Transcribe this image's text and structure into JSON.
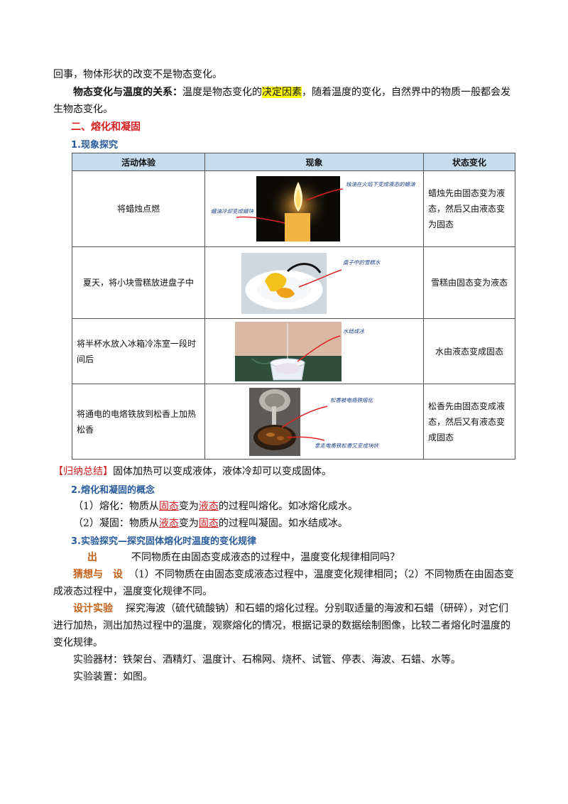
{
  "intro_tail": "回事，物体形状的改变不是物态变化。",
  "relation": {
    "label": "物态变化与温度的关系：",
    "pre": "温度是物态变化的",
    "highlight": "决定因素",
    "post": "，随着温度的变化，自然界中的物质一般都会发生物态变化。"
  },
  "section2_title": "二、熔化和凝固",
  "sub1_title": "1.现象探究",
  "table": {
    "headers": [
      "活动体验",
      "现象",
      "状态变化"
    ],
    "rows": [
      {
        "activity": "将蜡烛点燃",
        "change": "蜡烛先由固态变为液态，然后又由液态变为固态",
        "notes": [
          "烛油在火焰下变成液态的蜡油",
          "蜡油冷却变成蜡块"
        ]
      },
      {
        "activity": "夏天，将小块雪糕放进盘子中",
        "change": "雪糕由固态变为液态",
        "notes": [
          "盘子中的雪糕水"
        ]
      },
      {
        "activity": "将半杯水放入冰箱冷冻室一段时间后",
        "change": "水由液态变成固态",
        "notes": [
          "水结成冰"
        ]
      },
      {
        "activity": "将通电的电烙铁放到松香上加热松香",
        "change": "松香先由固态变成液态，然后又有液态变成固态",
        "notes": [
          "松香被电烙铁熔化",
          "拿走电烙铁松香又变成块状"
        ]
      }
    ]
  },
  "summary": {
    "tag": "【归纳总结】",
    "text": "固体加热可以变成液体，液体冷却可以变成固体。"
  },
  "sub2_title": "2.熔化和凝固的概念",
  "concepts": [
    {
      "prefix": "（1）熔化：物质从",
      "a": "固态",
      "mid": "变为",
      "b": "液态",
      "suffix": "的过程叫熔化。如冰熔化成水。"
    },
    {
      "prefix": "（2）凝固：物质从",
      "a": "液态",
      "mid": "变为",
      "b": "固态",
      "suffix": "的过程叫凝固。如水结成冰。"
    }
  ],
  "sub3_title": "3.实验探究—探究固体熔化时温度的变化规律",
  "question": {
    "label": "出",
    "text": "不同物质在由固态变成液态的过程中，温度变化规律相同吗？"
  },
  "hypothesis": {
    "label": "猜想与　设",
    "text": "（1）不同物质在由固态变成液态过程中，温度变化规律相同；（2）不同物质在由固态变成液态过程中，温度变化规律不同。"
  },
  "design": {
    "label": "设计实验",
    "text": "探究海波（硫代硫酸钠）和石蜡的熔化过程。分别取适量的海波和石蜡（研碎），对它们进行加热，测出加热过程中的温度，观察熔化的情况，根据记录的数据绘制图像，比较二者熔化时温度的变化规律。"
  },
  "equipment": "实验器材：铁架台、酒精灯、温度计、石棉网、烧杯、试管、停表、海波、石蜡、水等。",
  "apparatus": "实验装置：如图。"
}
